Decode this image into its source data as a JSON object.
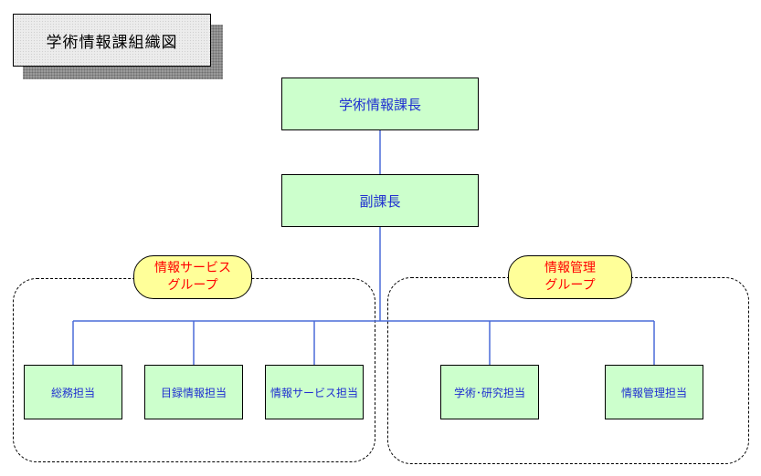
{
  "title": "学術情報課組織図",
  "colors": {
    "box_fill": "#ccffcc",
    "box_text": "#1f2fd0",
    "label_fill": "#ffff99",
    "label_text": "#ff0000",
    "connector": "#4a6bd8"
  },
  "nodes": {
    "head": "学術情報課長",
    "deputy": "副課長",
    "general_affairs": "総務担当",
    "catalog_info": "目録情報担当",
    "info_service": "情報サービス担当",
    "academic_research": "学術･研究担当",
    "info_management": "情報管理担当"
  },
  "groups": {
    "info_service_group": "情報サービス\nグループ",
    "info_management_group": "情報管理\nグループ"
  }
}
